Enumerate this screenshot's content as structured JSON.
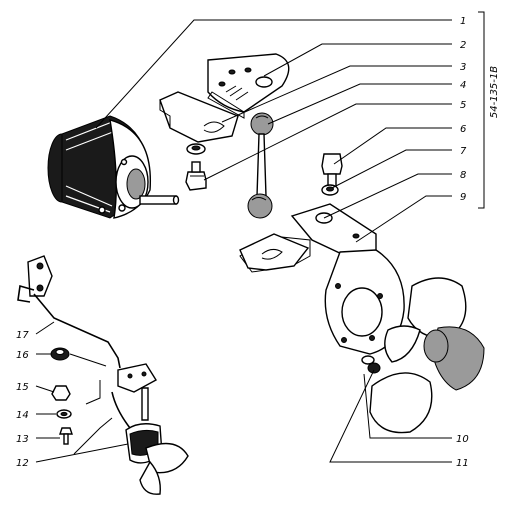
{
  "drawing_code": "54-135-1B",
  "callouts": {
    "c1": "1",
    "c2": "2",
    "c3": "3",
    "c4": "4",
    "c5": "5",
    "c6": "6",
    "c7": "7",
    "c8": "8",
    "c9": "9",
    "c10": "10",
    "c11": "11",
    "c12": "12",
    "c13": "13",
    "c14": "14",
    "c15": "15",
    "c16": "16",
    "c17": "17"
  }
}
